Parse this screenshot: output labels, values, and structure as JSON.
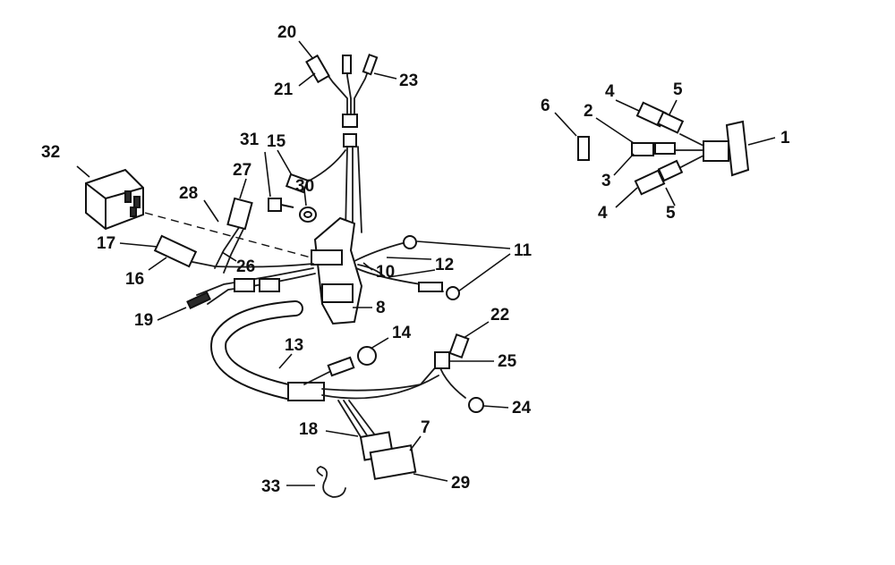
{
  "callouts": [
    {
      "id": "1",
      "text": "1"
    },
    {
      "id": "2",
      "text": "2"
    },
    {
      "id": "3",
      "text": "3"
    },
    {
      "id": "4a",
      "text": "4"
    },
    {
      "id": "4b",
      "text": "4"
    },
    {
      "id": "5a",
      "text": "5"
    },
    {
      "id": "5b",
      "text": "5"
    },
    {
      "id": "6",
      "text": "6"
    },
    {
      "id": "7",
      "text": "7"
    },
    {
      "id": "8",
      "text": "8"
    },
    {
      "id": "10",
      "text": "10"
    },
    {
      "id": "11",
      "text": "11"
    },
    {
      "id": "12",
      "text": "12"
    },
    {
      "id": "13",
      "text": "13"
    },
    {
      "id": "14",
      "text": "14"
    },
    {
      "id": "15",
      "text": "15"
    },
    {
      "id": "16",
      "text": "16"
    },
    {
      "id": "17",
      "text": "17"
    },
    {
      "id": "18",
      "text": "18"
    },
    {
      "id": "19",
      "text": "19"
    },
    {
      "id": "20",
      "text": "20"
    },
    {
      "id": "21",
      "text": "21"
    },
    {
      "id": "22",
      "text": "22"
    },
    {
      "id": "23",
      "text": "23"
    },
    {
      "id": "24",
      "text": "24"
    },
    {
      "id": "25",
      "text": "25"
    },
    {
      "id": "26",
      "text": "26"
    },
    {
      "id": "27",
      "text": "27"
    },
    {
      "id": "28",
      "text": "28"
    },
    {
      "id": "29",
      "text": "29"
    },
    {
      "id": "30",
      "text": "30"
    },
    {
      "id": "31",
      "text": "31"
    },
    {
      "id": "32",
      "text": "32"
    },
    {
      "id": "33",
      "text": "33"
    }
  ]
}
